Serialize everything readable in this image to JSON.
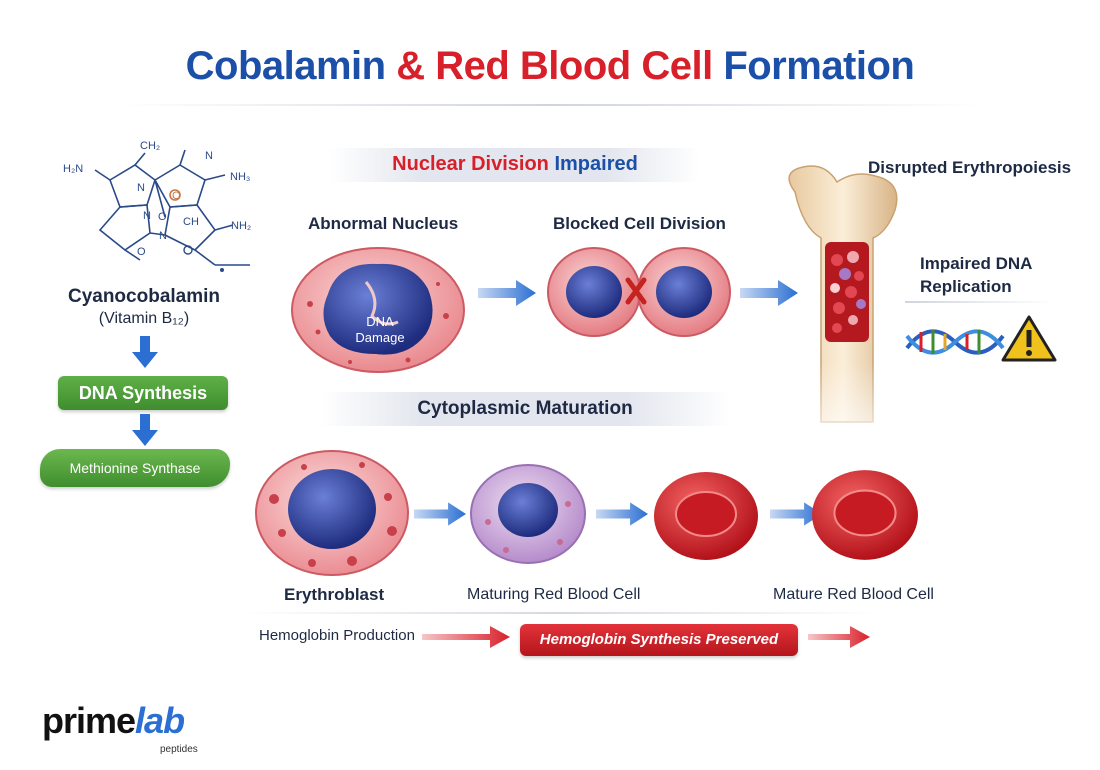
{
  "title": {
    "part1": "Cobalamin",
    "part2": "& Red Blood Cell",
    "part3": "Formation"
  },
  "molecule": {
    "atoms": [
      "H₂N",
      "CH₂",
      "N",
      "NH₃",
      "N",
      "O",
      "CH",
      "NH₂",
      "N",
      "O",
      "N",
      "O"
    ],
    "name": "Cyanocobalamin",
    "subtitle": "(Vitamin B₁₂)"
  },
  "left_flow": {
    "step1": "DNA Synthesis",
    "step2": "Methionine Synthase"
  },
  "nuclear": {
    "header_red": "Nuclear Division",
    "header_blue": "Impaired",
    "abnormal_label": "Abnormal Nucleus",
    "damage_line1": "DNA",
    "damage_line2": "Damage",
    "blocked_label": "Blocked Cell Division"
  },
  "bone": {
    "title": "Disrupted Erythropoiesis"
  },
  "dna": {
    "label_line1": "Impaired DNA",
    "label_line2": "Replication",
    "warning_icon": "warning-triangle-icon"
  },
  "cytoplasmic": {
    "header": "Cytoplasmic Maturation",
    "cells": [
      "Erythroblast",
      "Maturing Red Blood Cell",
      "Mature Red Blood Cell"
    ]
  },
  "hemoglobin": {
    "production": "Hemoglobin Production",
    "preserved": "Hemoglobin Synthesis Preserved"
  },
  "logo": {
    "prime": "prime",
    "lab": "lab",
    "peptides": "peptides"
  },
  "colors": {
    "blue": "#1c50a8",
    "red": "#d8202a",
    "green": "#3f8d2e",
    "arrow_blue": "#2a6fd1"
  }
}
